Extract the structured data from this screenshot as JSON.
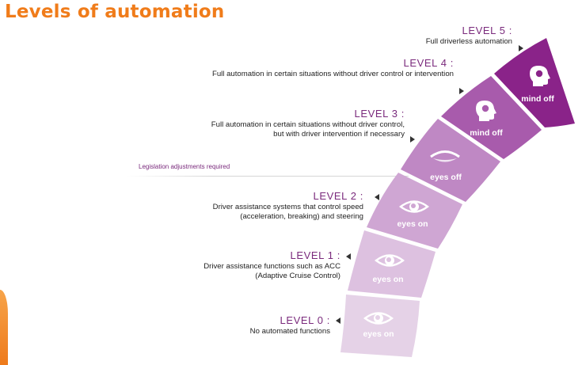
{
  "title": "Levels of automation",
  "legislation_note": "Legislation adjustments required",
  "colors": {
    "title": "#f07c1a",
    "heading": "#7a2a7c",
    "segments": [
      "#e5d2e7",
      "#ddc1e0",
      "#cfa6d3",
      "#bf88c4",
      "#a85bac",
      "#8a2389"
    ]
  },
  "levels": [
    {
      "heading": "LEVEL 0 :",
      "description": [
        "No automated functions"
      ],
      "segment_label": "eyes on",
      "icon": "eye-icon"
    },
    {
      "heading": "LEVEL 1 :",
      "description": [
        "Driver assistance functions such as ACC",
        "(Adaptive Cruise Control)"
      ],
      "segment_label": "eyes on",
      "icon": "eye-icon"
    },
    {
      "heading": "LEVEL 2 :",
      "description": [
        "Driver assistance systems that control speed",
        "(acceleration, breaking) and steering"
      ],
      "segment_label": "eyes on",
      "icon": "eye-icon"
    },
    {
      "heading": "LEVEL 3 :",
      "description": [
        "Full automation in certain situations without driver control,",
        "but with driver intervention if necessary"
      ],
      "segment_label": "eyes off",
      "icon": "closed-eye-icon"
    },
    {
      "heading": "LEVEL 4 :",
      "description": [
        "Full automation in certain situations without driver control or intervention"
      ],
      "segment_label": "mind off",
      "icon": "head-icon"
    },
    {
      "heading": "LEVEL 5 :",
      "description": [
        "Full driverless automation"
      ],
      "segment_label": "mind off",
      "icon": "head-icon"
    }
  ]
}
